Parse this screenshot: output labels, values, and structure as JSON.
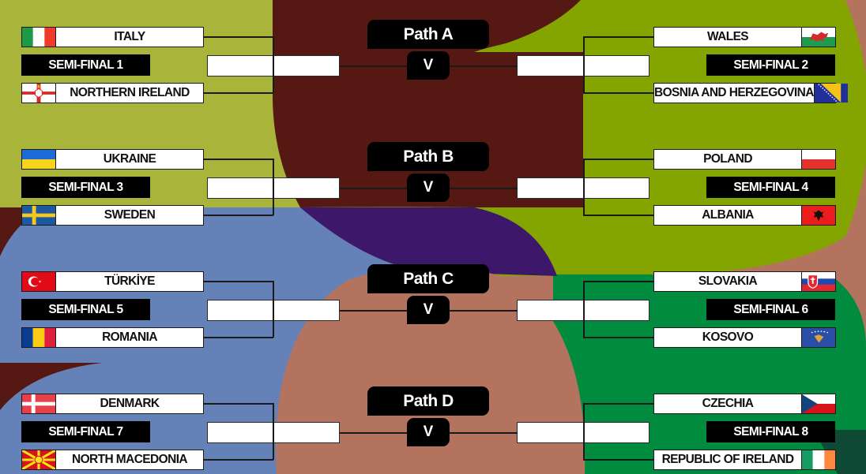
{
  "colors": {
    "olive": "#a9b43a",
    "maroon": "#561812",
    "lime": "#84a500",
    "steel_blue": "#6582b8",
    "purple": "#3d176a",
    "terracotta": "#b3735f",
    "green": "#008b3f",
    "dark_green": "#0e4a36"
  },
  "vs_label": "V",
  "paths": [
    {
      "label": "Path A",
      "left": {
        "semi_final": "SEMI-FINAL 1",
        "teams": [
          {
            "name": "ITALY",
            "flag": "italy-flag"
          },
          {
            "name": "NORTHERN IRELAND",
            "flag": "northern-ireland-flag"
          }
        ]
      },
      "right": {
        "semi_final": "SEMI-FINAL 2",
        "teams": [
          {
            "name": "WALES",
            "flag": "wales-flag"
          },
          {
            "name": "BOSNIA AND HERZEGOVINA",
            "flag": "bosnia-flag"
          }
        ]
      }
    },
    {
      "label": "Path B",
      "left": {
        "semi_final": "SEMI-FINAL 3",
        "teams": [
          {
            "name": "UKRAINE",
            "flag": "ukraine-flag"
          },
          {
            "name": "SWEDEN",
            "flag": "sweden-flag"
          }
        ]
      },
      "right": {
        "semi_final": "SEMI-FINAL 4",
        "teams": [
          {
            "name": "POLAND",
            "flag": "poland-flag"
          },
          {
            "name": "ALBANIA",
            "flag": "albania-flag"
          }
        ]
      }
    },
    {
      "label": "Path C",
      "left": {
        "semi_final": "SEMI-FINAL 5",
        "teams": [
          {
            "name": "TÜRKİYE",
            "flag": "turkiye-flag"
          },
          {
            "name": "ROMANIA",
            "flag": "romania-flag"
          }
        ]
      },
      "right": {
        "semi_final": "SEMI-FINAL 6",
        "teams": [
          {
            "name": "SLOVAKIA",
            "flag": "slovakia-flag"
          },
          {
            "name": "KOSOVO",
            "flag": "kosovo-flag"
          }
        ]
      }
    },
    {
      "label": "Path D",
      "left": {
        "semi_final": "SEMI-FINAL 7",
        "teams": [
          {
            "name": "DENMARK",
            "flag": "denmark-flag"
          },
          {
            "name": "NORTH MACEDONIA",
            "flag": "north-macedonia-flag"
          }
        ]
      },
      "right": {
        "semi_final": "SEMI-FINAL 8",
        "teams": [
          {
            "name": "CZECHIA",
            "flag": "czechia-flag"
          },
          {
            "name": "REPUBLIC OF IRELAND",
            "flag": "ireland-flag"
          }
        ]
      }
    }
  ]
}
